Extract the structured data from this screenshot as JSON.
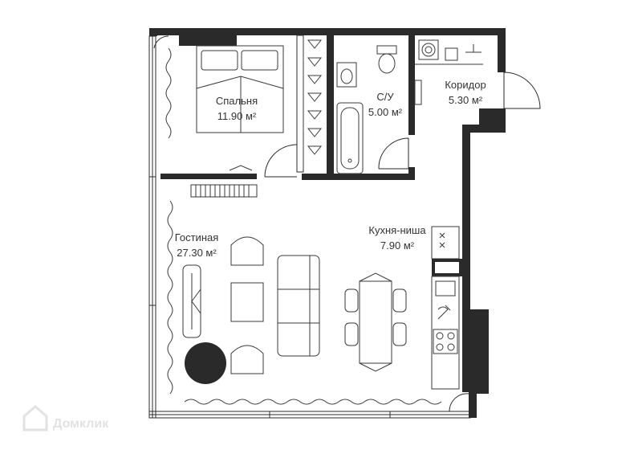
{
  "rooms": [
    {
      "name": "Спальня",
      "area": "11.90 м²"
    },
    {
      "name": "С/У",
      "area": "5.00 м²"
    },
    {
      "name": "Коридор",
      "area": "5.30 м²"
    },
    {
      "name": "Гостиная",
      "area": "27.30 м²"
    },
    {
      "name": "Кухня-ниша",
      "area": "7.90 м²"
    }
  ],
  "watermark": "Домклик",
  "colors": {
    "wall": "#2a2a2a",
    "line": "#3a3a3a",
    "label": "#333333",
    "round_table": "#2a2a2a"
  }
}
